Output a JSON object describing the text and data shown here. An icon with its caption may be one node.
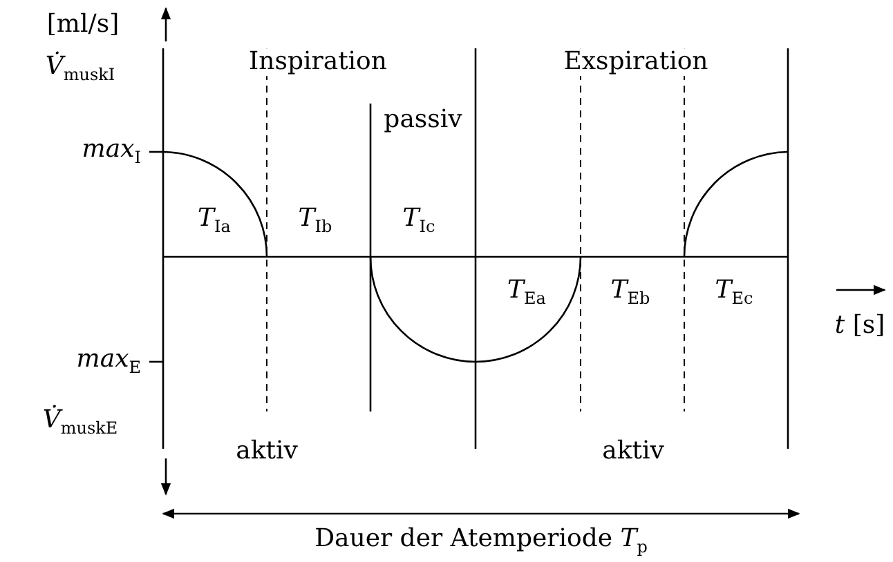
{
  "diagram": {
    "labels": [
      "[ml/s]",
      "*V̇*$_{musk}$$_{I}$",
      "Inspiration",
      "Exspiration",
      "passiv",
      "*max*$_{I}$",
      "*T*$_{Ia}$",
      "*T*$_{Ib}$",
      "*T*$_{Ic}$",
      "*T*$_{Ea}$",
      "*T*$_{Eb}$",
      "*T*$_{Ec}$",
      "*t* [s]",
      "*max*$_{E}$",
      "*V̇*$_{musk}$$_{E}$",
      "aktiv",
      "aktiv",
      "Dauer der Atemperiode *T*$_{p}$"
    ]
  }
}
